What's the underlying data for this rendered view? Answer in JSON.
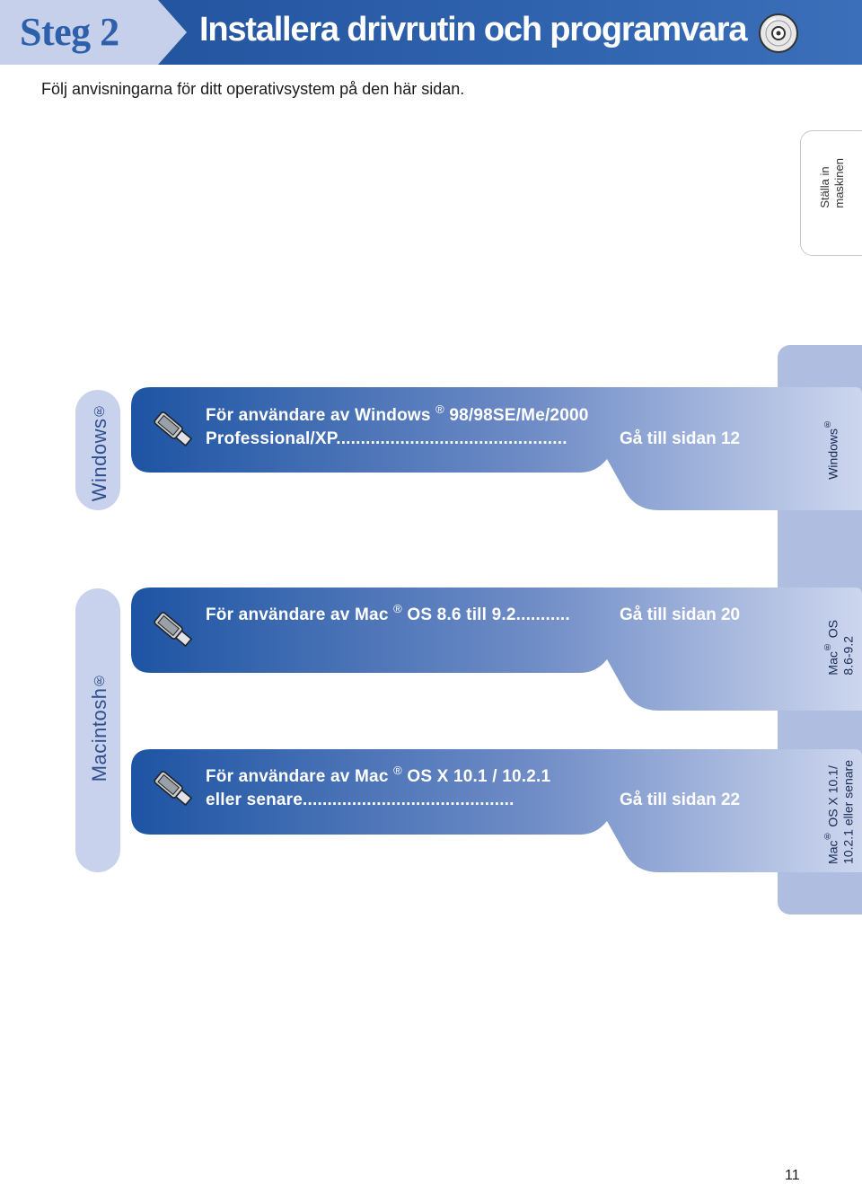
{
  "header": {
    "step_label": "Steg 2",
    "title": "Installera drivrutin och programvara"
  },
  "subtitle": "Följ anvisningarna för ditt operativsystem på den här sidan.",
  "side_tabs": {
    "setup_line1": "Ställa in",
    "setup_line2": "maskinen",
    "windows": "Windows",
    "mac_os_line1": "Mac",
    "mac_os_line1_suffix": "OS",
    "mac_os_line2": "8.6-9.2",
    "mac_osx_line1": "Mac",
    "mac_osx_line1_suffix": "OS X 10.1/",
    "mac_osx_line2": "10.2.1 eller senare"
  },
  "left_labels": {
    "windows": "Windows",
    "macintosh": "Macintosh"
  },
  "registered_mark": "®",
  "sections": {
    "windows": {
      "line1_prefix": "För användare av Windows",
      "line1_suffix": "98/98SE/Me/2000",
      "line2": "Professional/XP",
      "dots": "...............................................",
      "goto": "Gå till sidan 12"
    },
    "mac_classic": {
      "line1_prefix": "För användare av Mac",
      "line1_suffix": "OS 8.6 till 9.2",
      "dots": "...........",
      "goto": "Gå till sidan 20"
    },
    "mac_osx": {
      "line1_prefix": "För användare av Mac",
      "line1_suffix": "OS X 10.1 / 10.2.1",
      "line2": "eller senare",
      "dots": "...........................................",
      "goto": "Gå till sidan 22"
    }
  },
  "page_number": "11",
  "colors": {
    "header_blue": "#1f4f99",
    "step_box": "#c6d0ea",
    "band_dark": "#1d54a3",
    "band_light": "#c8d1ec",
    "side_column": "#aebde0"
  },
  "icons": [
    "cd-rom-icon",
    "usb-cable-icon"
  ]
}
